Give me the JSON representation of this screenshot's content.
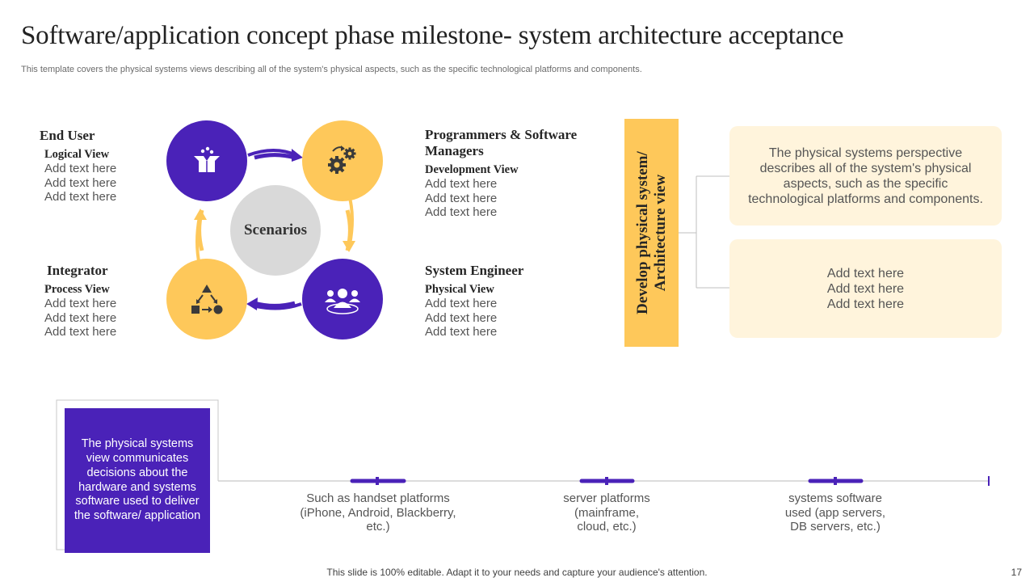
{
  "title": "Software/application concept phase milestone- system architecture acceptance",
  "subtitle": "This template covers the physical systems views describing all of the system's physical aspects, such as the specific technological platforms and components.",
  "cycle": {
    "center_label": "Scenarios",
    "quadrants": [
      {
        "role": "End User",
        "view": "Logical View",
        "lines": [
          "Add text here",
          "Add text here",
          "Add text here"
        ],
        "icon": "open-box-icon",
        "color": "#4a22b8"
      },
      {
        "role": "Programmers & Software Managers",
        "view": "Development View",
        "lines": [
          "Add text here",
          "Add text here",
          "Add text here"
        ],
        "icon": "gears-icon",
        "color": "#fec85a"
      },
      {
        "role": "Integrator",
        "view": "Process View",
        "lines": [
          "Add text here",
          "Add text here",
          "Add text here"
        ],
        "icon": "process-shapes-icon",
        "color": "#fec85a"
      },
      {
        "role": "System Engineer",
        "view": "Physical View",
        "lines": [
          "Add text here",
          "Add text here",
          "Add text here"
        ],
        "icon": "team-icon",
        "color": "#4a22b8"
      }
    ]
  },
  "banner": {
    "text": "Develop physical system/ Architecture view",
    "color": "#fec85a"
  },
  "description_box": "The physical systems perspective describes all of the system's physical aspects, such as the specific technological platforms and components.",
  "placeholder_box": {
    "lines": [
      "Add text here",
      "Add text here",
      "Add text here"
    ]
  },
  "timeline": {
    "intro": "The physical systems view communicates decisions about the hardware and systems software used to deliver the software/ application",
    "items": [
      {
        "lines": [
          "Such as handset platforms",
          "(iPhone, Android, Blackberry,",
          "etc.)"
        ]
      },
      {
        "lines": [
          "server platforms",
          "(mainframe,",
          "cloud, etc.)"
        ]
      },
      {
        "lines": [
          "systems software",
          "used (app servers,",
          "DB servers, etc.)"
        ]
      }
    ]
  },
  "footer": "This slide is 100% editable. Adapt it to your needs and capture your audience's attention.",
  "page_number": "17",
  "colors": {
    "accent_purple": "#4a22b8",
    "accent_yellow": "#fec85a",
    "cream": "#fff4dc"
  }
}
